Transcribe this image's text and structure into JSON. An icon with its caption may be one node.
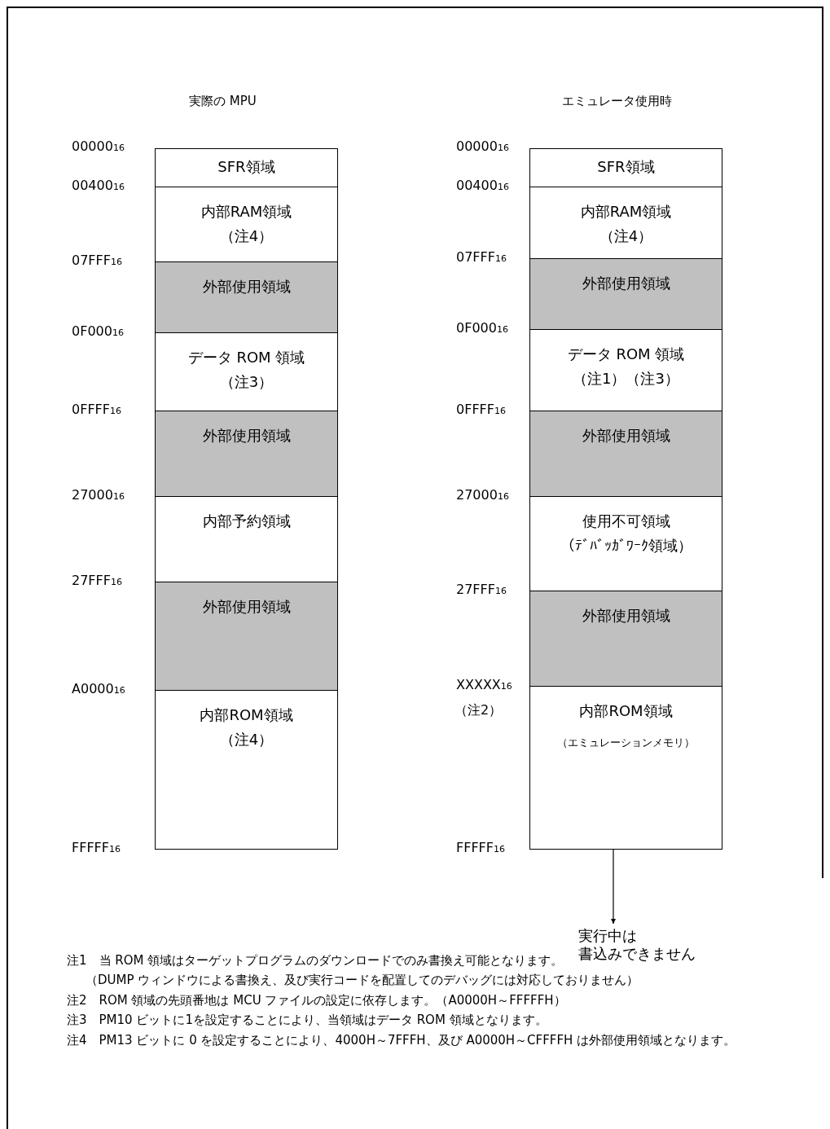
{
  "diagram": {
    "nodes": [
      {
        "text": [
          "SFR領域"
        ]
      },
      {
        "text": [
          "内部RAM領域",
          "（注4）"
        ]
      },
      {
        "text": [
          "外部使用領域"
        ]
      },
      {
        "text": [
          "データ ROM 領域",
          "（注3）"
        ]
      },
      {
        "text": [
          "外部使用領域"
        ]
      },
      {
        "text": [
          "内部予約領域"
        ]
      },
      {
        "text": [
          "外部使用領域"
        ]
      },
      {
        "text": [
          "内部ROM領域",
          "（注4）"
        ]
      },
      {
        "text": [
          "SFR領域"
        ]
      },
      {
        "text": [
          "内部RAM領域",
          "（注4）"
        ]
      },
      {
        "text": [
          "外部使用領域"
        ]
      },
      {
        "text": [
          "データ ROM 領域",
          "（注1）（注3）"
        ]
      },
      {
        "text": [
          "外部使用領域"
        ]
      },
      {
        "text": [
          "使用不可領域",
          "（ﾃﾞﾊﾞｯｶﾞﾜｰｸ領域）"
        ]
      },
      {
        "text": [
          "外部使用領域"
        ]
      },
      {
        "text": [
          "内部ROM領域",
          "（エミュレーションメモリ）"
        ]
      },
      {
        "text": [
          "実行中は",
          "書込みできません"
        ]
      }
    ],
    "edges": [
      {
        "from": 15,
        "to": 16,
        "arrow": "to"
      }
    ],
    "labels": [
      "実際の MPU",
      "エミュレータ使用時",
      "00000$_{16}$",
      "00400$_{16}$",
      "07FFF$_{16}$",
      "0F000$_{16}$",
      "0FFFF$_{16}$",
      "27000$_{16}$",
      "27FFF$_{16}$",
      "A0000$_{16}$",
      "FFFFF$_{16}$",
      "00000$_{16}$",
      "00400$_{16}$",
      "07FFF$_{16}$",
      "0F000$_{16}$",
      "0FFFF$_{16}$",
      "27000$_{16}$",
      "27FFF$_{16}$",
      "XXXXX$_{16}$",
      "FFFFF$_{16}$",
      "（注2）",
      "注1　当 ROM 領域はターゲットプログラムのダウンロードでのみ書換え可能となります。",
      "（DUMP ウィンドウによる書換え、及び実行コードを配置してのデバッグには対応しておりません）",
      "注2　ROM 領域の先頭番地は MCU ファイルの設定に依存します。（A0000H～FFFFFH）",
      "注3　PM10 ビットに1を設定することにより、当領域はデータ ROM 領域となります。",
      "注4　PM13 ビットに 0 を設定することにより、4000H～7FFFH、及び A0000H～CFFFFH は外部使用領域となります。"
    ]
  }
}
